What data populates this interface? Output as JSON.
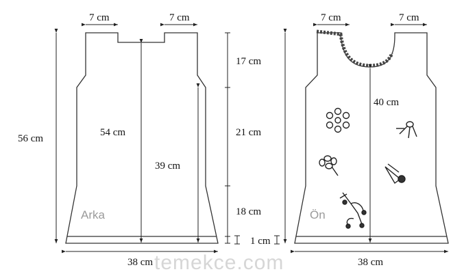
{
  "watermark": "temekce.com",
  "back_piece": {
    "name": "Arka",
    "top_left_width": "7 cm",
    "top_right_width": "7 cm",
    "total_height": "56 cm",
    "center_height": "54 cm",
    "side_height": "39 cm",
    "bottom_width": "38 cm"
  },
  "front_piece": {
    "name": "Ön",
    "top_left_width": "7 cm",
    "top_right_width": "7 cm",
    "center_height": "40 cm",
    "bottom_width": "38 cm"
  },
  "vertical_scale": {
    "yoke": "17 cm",
    "body": "21 cm",
    "skirt": "18 cm",
    "hem": "1 cm"
  }
}
